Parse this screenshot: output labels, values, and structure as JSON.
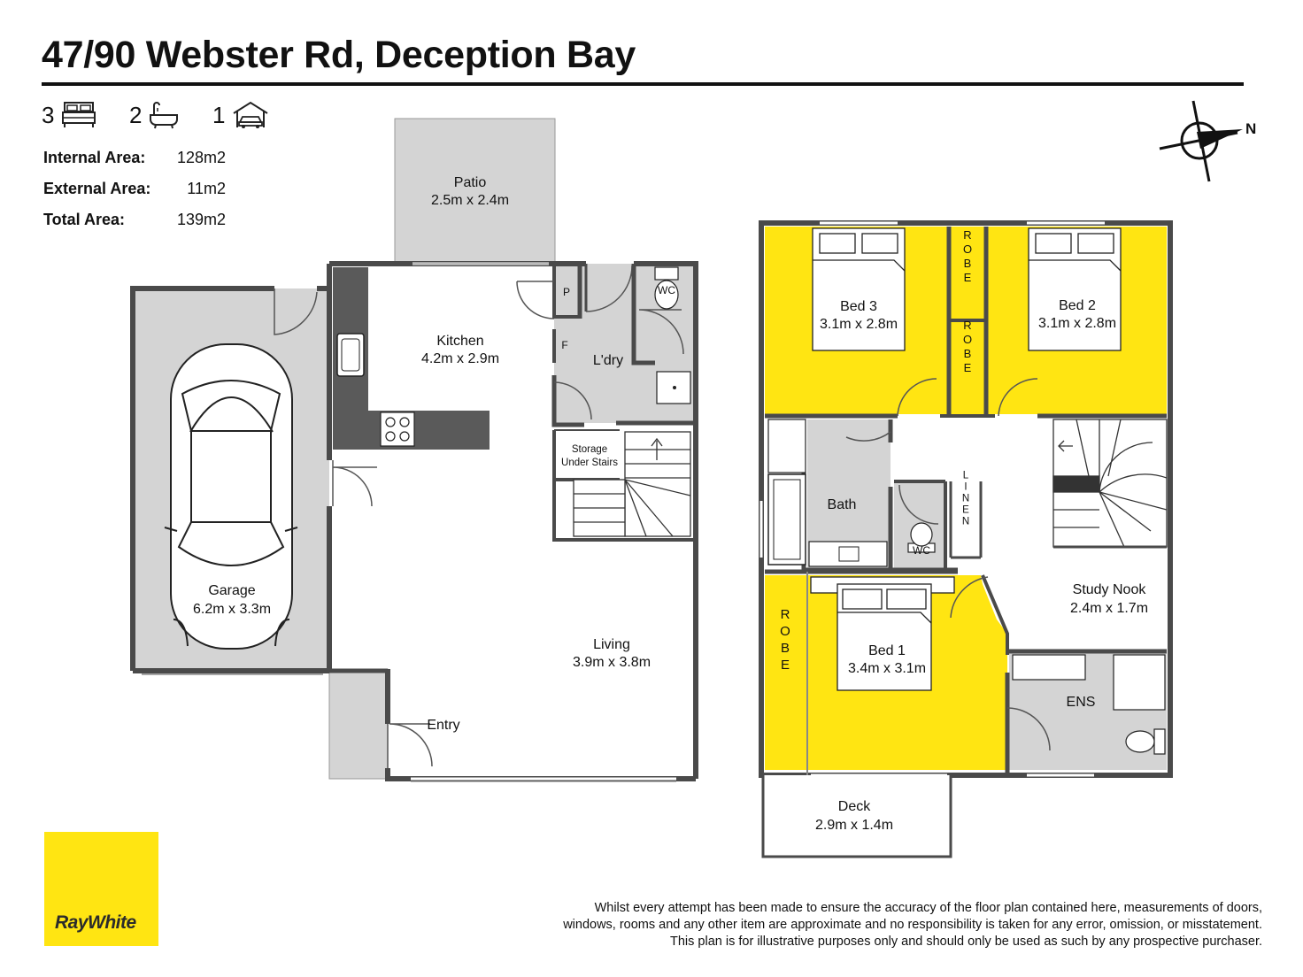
{
  "header": {
    "address": "47/90 Webster Rd, Deception Bay"
  },
  "features": {
    "bedrooms": "3",
    "bathrooms": "2",
    "garage": "1",
    "icons": [
      "bed-icon",
      "bath-icon",
      "car-garage-icon"
    ]
  },
  "areas": {
    "internal": {
      "label": "Internal Area:",
      "value": "128m2"
    },
    "external": {
      "label": "External Area:",
      "value": "11m2"
    },
    "total": {
      "label": "Total Area:",
      "value": "139m2"
    }
  },
  "compass": {
    "north": "N"
  },
  "ground_floor": {
    "patio": {
      "name": "Patio",
      "size": "2.5m x 2.4m"
    },
    "kitchen": {
      "name": "Kitchen",
      "size": "4.2m x 2.9m"
    },
    "pantry": "P",
    "fridge": "F",
    "laundry": {
      "name": "L'dry"
    },
    "wc": "WC",
    "storage": {
      "line1": "Storage",
      "line2": "Under Stairs"
    },
    "garage": {
      "name": "Garage",
      "size": "6.2m x 3.3m"
    },
    "living": {
      "name": "Living",
      "size": "3.9m x 3.8m"
    },
    "entry": "Entry"
  },
  "first_floor": {
    "bed3": {
      "name": "Bed 3",
      "size": "3.1m x 2.8m"
    },
    "bed2": {
      "name": "Bed 2",
      "size": "3.1m x 2.8m"
    },
    "robe": "ROBE",
    "bath": "Bath",
    "wc": "WC",
    "linen": "LINEN",
    "study": {
      "name": "Study Nook",
      "size": "2.4m x 1.7m"
    },
    "bed1": {
      "name": "Bed 1",
      "size": "3.4m x 3.1m"
    },
    "ens": "ENS",
    "deck": {
      "name": "Deck",
      "size": "2.9m x 1.4m"
    }
  },
  "colors": {
    "wall": "#4a4a4a",
    "floor_grey": "#d4d4d4",
    "bedroom_yellow": "#FFE512",
    "bench": "#5a5a5a"
  },
  "brand": {
    "name": "RayWhite",
    "color": "#FFE512"
  },
  "disclaimer": {
    "line1": "Whilst every attempt has been made to ensure the accuracy of the floor plan contained here, measurements of doors,",
    "line2": "windows, rooms and any other item are approximate and no responsibility is taken for any error, omission, or misstatement.",
    "line3": "This plan is for illustrative purposes only and should only be used as such by any prospective purchaser."
  }
}
